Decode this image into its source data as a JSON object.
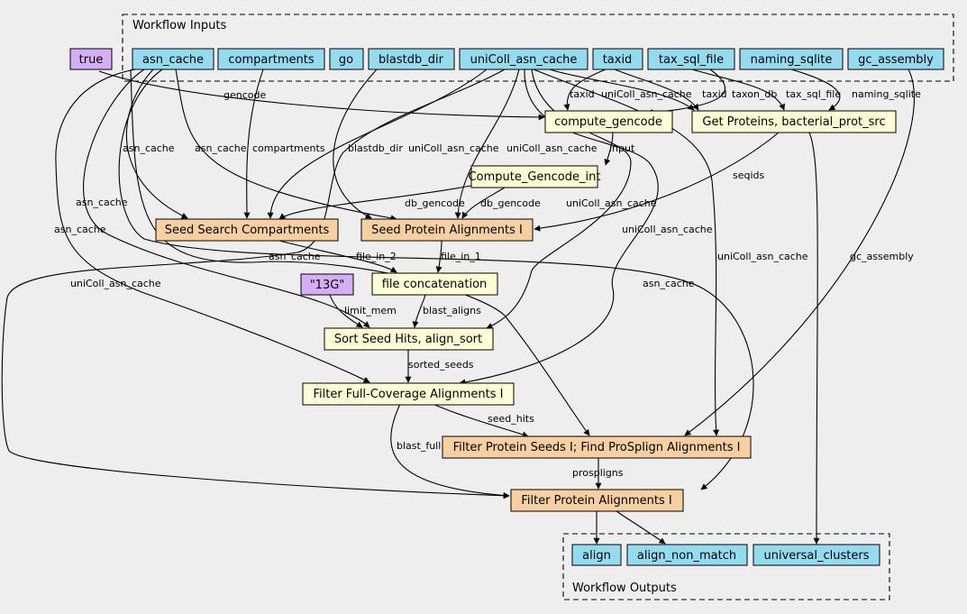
{
  "colors": {
    "input": "#94dbf0",
    "output": "#94dbf0",
    "constant": "#d6aef5",
    "tool": "#ffffd6",
    "subworkflow": "#f7cfa1"
  },
  "clusters": {
    "inputs": {
      "label": "Workflow Inputs"
    },
    "outputs": {
      "label": "Workflow Outputs"
    }
  },
  "nodes": {
    "true_const": {
      "label": "true"
    },
    "asn_cache": {
      "label": "asn_cache"
    },
    "compartments": {
      "label": "compartments"
    },
    "go": {
      "label": "go"
    },
    "blastdb_dir": {
      "label": "blastdb_dir"
    },
    "uniColl_asn_cache": {
      "label": "uniColl_asn_cache"
    },
    "taxid": {
      "label": "taxid"
    },
    "tax_sql_file": {
      "label": "tax_sql_file"
    },
    "naming_sqlite": {
      "label": "naming_sqlite"
    },
    "gc_assembly": {
      "label": "gc_assembly"
    },
    "compute_gencode": {
      "label": "compute_gencode"
    },
    "get_proteins": {
      "label": "Get Proteins, bacterial_prot_src"
    },
    "compute_gencode_int": {
      "label": "Compute_Gencode_int"
    },
    "seed_search_compartments": {
      "label": "Seed Search Compartments"
    },
    "seed_protein_alignments": {
      "label": "Seed Protein Alignments I"
    },
    "const_13g": {
      "label": "\"13G\""
    },
    "file_concatenation": {
      "label": "file concatenation"
    },
    "sort_seed_hits": {
      "label": "Sort Seed Hits, align_sort"
    },
    "filter_full_coverage": {
      "label": "Filter Full-Coverage Alignments I"
    },
    "filter_protein_seeds": {
      "label": "Filter Protein Seeds I; Find ProSplign Alignments I"
    },
    "filter_protein_alignments": {
      "label": "Filter Protein Alignments I"
    },
    "align": {
      "label": "align"
    },
    "align_non_match": {
      "label": "align_non_match"
    },
    "universal_clusters": {
      "label": "universal_clusters"
    }
  },
  "edge_labels": {
    "gencode": "gencode",
    "taxid_cg": "taxid",
    "unicoll_gp": "uniColl_asn_cache",
    "taxid_gp": "taxid",
    "taxon_db": "taxon_db",
    "tax_sql_file": "tax_sql_file",
    "naming_sqlite": "naming_sqlite",
    "asn_cache_ssc": "asn_cache",
    "asn_cache_spa": "asn_cache",
    "compartments": "compartments",
    "blastdb_dir": "blastdb_dir",
    "unicoll_ssc": "uniColl_asn_cache",
    "unicoll_spa": "uniColl_asn_cache",
    "input": "input",
    "seqids": "seqids",
    "asn_cache_sort": "asn_cache",
    "asn_cache_ffc": "asn_cache",
    "db_gencode_ssc": "db_gencode",
    "db_gencode_spa": "db_gencode",
    "unicoll_sort": "uniColl_asn_cache",
    "unicoll_ffc": "uniColl_asn_cache",
    "unicoll_fps": "uniColl_asn_cache",
    "gc_assembly": "gc_assembly",
    "asn_cache_fpa": "asn_cache",
    "asn_cache_fps": "asn_cache",
    "file_in_2": "file_in_2",
    "file_in_1": "file_in_1",
    "unicoll_fpa": "uniColl_asn_cache",
    "limit_mem": "limit_mem",
    "blast_aligns": "blast_aligns",
    "sorted_seeds": "sorted_seeds",
    "seed_hits": "seed_hits",
    "blast_full": "blast_full",
    "prospligns": "prospligns"
  }
}
